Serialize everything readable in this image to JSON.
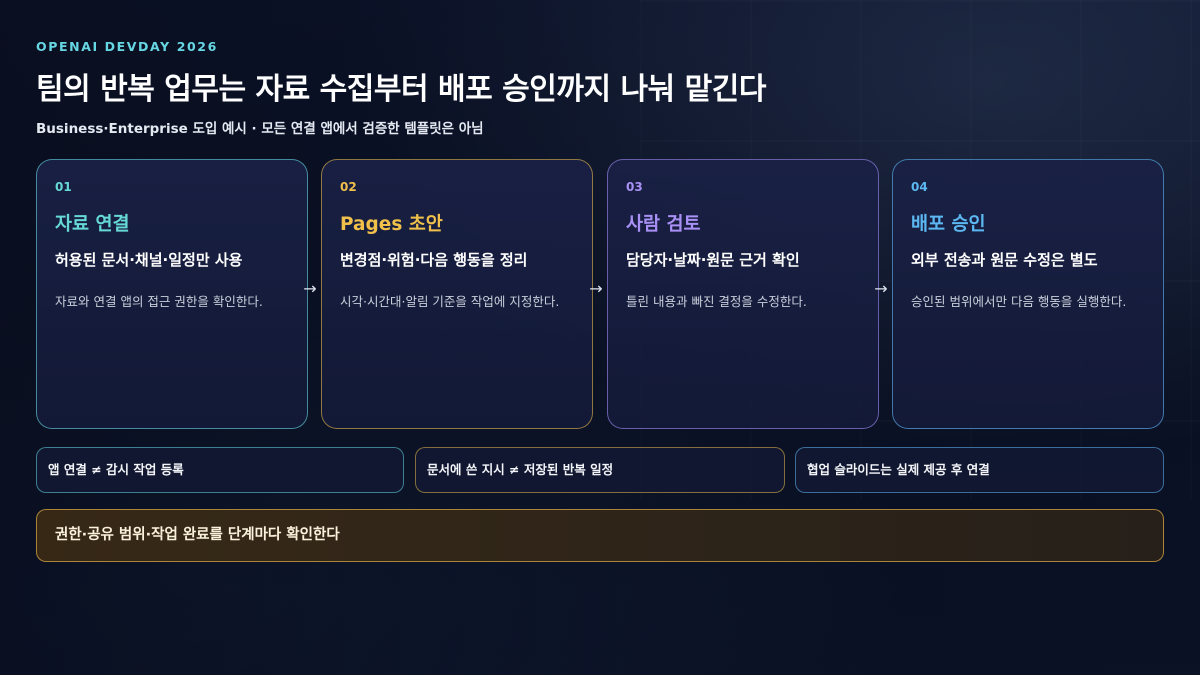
{
  "header": {
    "eyebrow": "OPENAI DEVDAY 2026",
    "title": "팀의 반복 업무는 자료 수집부터 배포 승인까지 나눠 맡긴다",
    "subtitle": "Business·Enterprise 도입 예시 · 모든 연결 앱에서 검증한 템플릿은 아님"
  },
  "steps": [
    {
      "num": "01",
      "title": "자료 연결",
      "subtitle": "허용된 문서·채널·일정만 사용",
      "desc": "자료와 연결 앱의 접근 권한을 확인한다.",
      "color": "#66d9d5"
    },
    {
      "num": "02",
      "title": "Pages 초안",
      "subtitle": "변경점·위험·다음 행동을 정리",
      "desc": "시각·시간대·알림 기준을 작업에 지정한다.",
      "color": "#f0c04a"
    },
    {
      "num": "03",
      "title": "사람 검토",
      "subtitle": "담당자·날짜·원문 근거 확인",
      "desc": "틀린 내용과 빠진 결정을 수정한다.",
      "color": "#a890f5"
    },
    {
      "num": "04",
      "title": "배포 승인",
      "subtitle": "외부 전송과 원문 수정은 별도",
      "desc": "승인된 범위에서만 다음 행동을 실행한다.",
      "color": "#5cb8f2"
    }
  ],
  "arrow_glyph": "→",
  "notes": [
    "앱 연결 ≠ 감시 작업 등록",
    "문서에 쓴 지시 ≠ 저장된 반복 일정",
    "협업 슬라이드는 실제 제공 후 연결"
  ],
  "banner": "권한·공유 범위·작업 완료를 단계마다 확인한다"
}
